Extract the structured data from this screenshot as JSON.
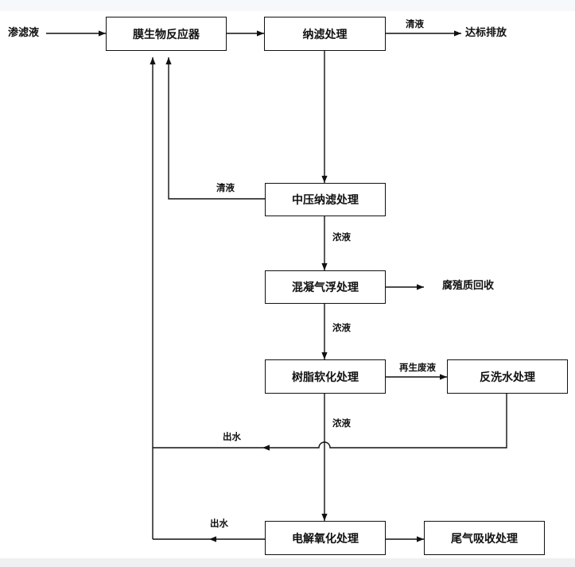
{
  "diagram": {
    "input_label": "渗滤液",
    "nodes": {
      "mbr": "膜生物反应器",
      "nf": "纳滤处理",
      "mp_nf": "中压纳滤处理",
      "coag": "混凝气浮处理",
      "resin": "树脂软化处理",
      "backwash": "反洗水处理",
      "electro": "电解氧化处理",
      "tailgas": "尾气吸收处理"
    },
    "edge_labels": {
      "nf_permeate": "清液",
      "discharge": "达标排放",
      "mp_permeate": "清液",
      "concentrate_1": "浓液",
      "humic": "腐殖质回收",
      "concentrate_2": "浓液",
      "regen_waste": "再生废液",
      "concentrate_3": "浓液",
      "outflow_1": "出水",
      "outflow_2": "出水"
    }
  }
}
